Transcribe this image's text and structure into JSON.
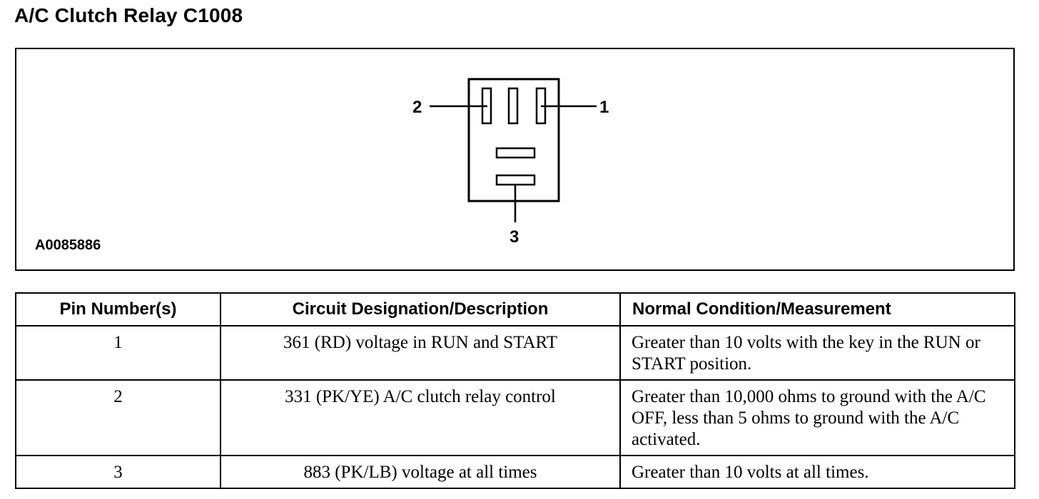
{
  "title": "A/C Clutch Relay C1008",
  "diagram": {
    "figure_id": "A0085886",
    "pin_labels": {
      "pin_1": "1",
      "pin_2": "2",
      "pin_3": "3"
    }
  },
  "table": {
    "headers": {
      "pin": "Pin Number(s)",
      "circuit": "Circuit Designation/Description",
      "condition": "Normal Condition/Measurement"
    },
    "rows": [
      {
        "pin": "1",
        "circuit": "361 (RD) voltage in RUN and START",
        "condition": "Greater than 10 volts with the key in the RUN or START position."
      },
      {
        "pin": "2",
        "circuit": "331 (PK/YE) A/C clutch relay control",
        "condition": "Greater than 10,000 ohms to ground with the A/C OFF, less than 5 ohms to ground with the A/C activated."
      },
      {
        "pin": "3",
        "circuit": "883 (PK/LB) voltage at all times",
        "condition": "Greater than 10 volts at all times."
      }
    ]
  }
}
